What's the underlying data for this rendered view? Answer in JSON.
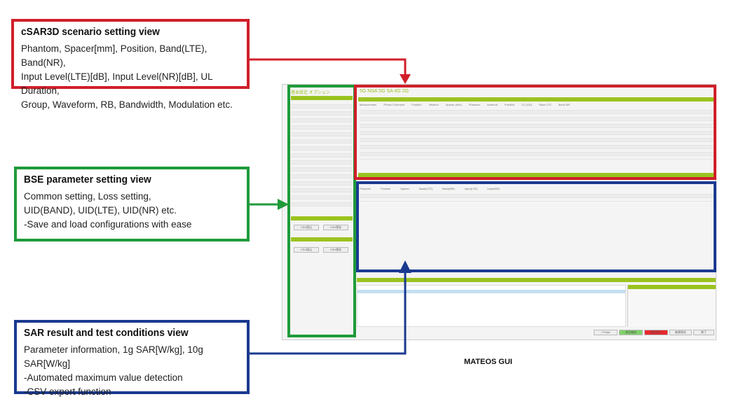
{
  "callouts": {
    "scenario": {
      "title": "cSAR3D scenario setting view",
      "lines": [
        "Phantom, Spacer[mm], Position, Band(LTE), Band(NR),",
        "Input Level(LTE)[dB], Input Level(NR)[dB], UL Duration,",
        "Group, Waveform, RB, Bandwidth, Modulation etc."
      ]
    },
    "bse": {
      "title": "BSE parameter setting view",
      "lines": [
        "Common setting, Loss setting,",
        "UID(BAND), UID(LTE), UID(NR) etc.",
        "-Save and load configurations with ease"
      ]
    },
    "sar": {
      "title": "SAR result and test conditions view",
      "lines": [
        "Parameter information, 1g SAR[W/kg], 10g SAR[W/kg]",
        "-Automated maximum value detection",
        "-CSV export function"
      ]
    }
  },
  "gui": {
    "tabs": "5G NSA  5G SA  4G  2G",
    "left_panel_title": "基本設定  オプション",
    "scenario_columns": [
      "Measurement",
      "Phase Comment",
      "Position",
      "Medium",
      "Spacer (mm)",
      "Phantom",
      "Antenna",
      "Position",
      "CC (UE)",
      "Band LTE",
      "Band NR"
    ],
    "result_columns": [
      "Phantom",
      "Position",
      "Spacer",
      "Band(LTE)",
      "Band(NR)",
      "Input(LTE)",
      "Input(NR)"
    ],
    "buttons": [
      "CSV読込",
      "CSV保存"
    ],
    "bottom_buttons": [
      "7 Point",
      "測定開始",
      "測定停止",
      "結果保存",
      "終了"
    ],
    "colors": {
      "accent": "#9bc31f",
      "start": "#7fd16a",
      "stop": "#e8262b"
    }
  },
  "caption": "MATEOS GUI"
}
